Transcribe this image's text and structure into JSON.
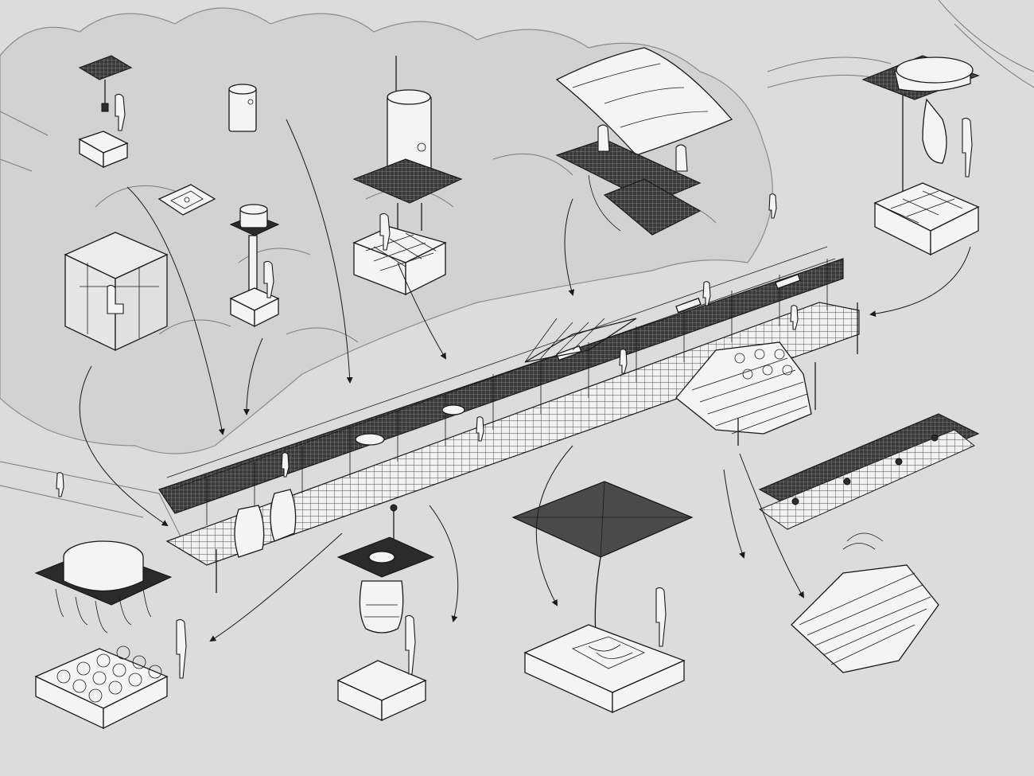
{
  "diagram": {
    "palette": {
      "background": "#dcdcdc",
      "ink": "#1a1a1a",
      "foliage": "#d2d2d2",
      "white": "#f4f4f4",
      "deck": "#2b2b2b"
    },
    "components": [
      {
        "id": "canopy-shelter-module",
        "kind": "floating module"
      },
      {
        "id": "water-tank-tower-module",
        "kind": "floating module"
      },
      {
        "id": "small-tank-module",
        "kind": "floating module"
      },
      {
        "id": "solar-panel-module",
        "kind": "floating module"
      },
      {
        "id": "glass-cube-room",
        "kind": "enclosure"
      },
      {
        "id": "funnel-roof-module",
        "kind": "floating module"
      },
      {
        "id": "hanging-net-module",
        "kind": "floating module"
      },
      {
        "id": "sheet-roof-platform",
        "kind": "floating module"
      },
      {
        "id": "floating-garden-tank-module",
        "kind": "floating module"
      },
      {
        "id": "floating-deck-extension",
        "kind": "deck"
      },
      {
        "id": "log-raft",
        "kind": "raft"
      },
      {
        "id": "long-floating-pier",
        "kind": "main structure"
      }
    ]
  }
}
